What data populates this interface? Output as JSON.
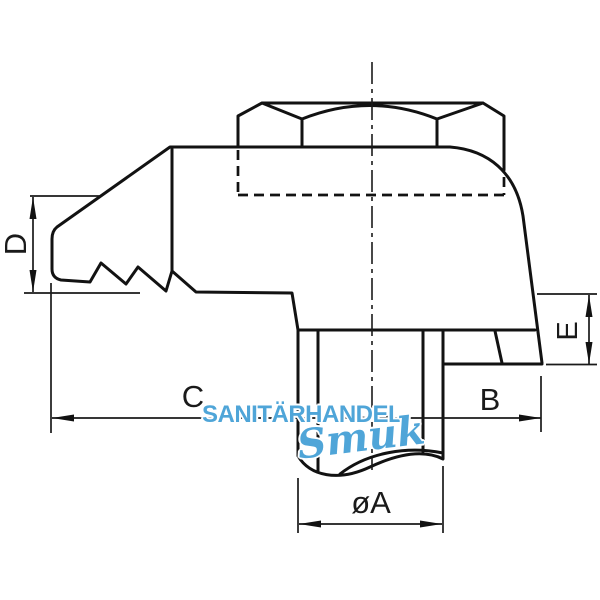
{
  "drawing": {
    "type": "technical-dimension-drawing",
    "subject": "clamping claw with hex bolt head and threaded stud, break line at stud end",
    "labels": {
      "d": "D",
      "e": "E",
      "c": "C",
      "b": "B",
      "a": "øA"
    }
  },
  "watermark": {
    "line1": "SANITÄRHANDEL",
    "line2": "Smuk",
    "color": "#4fa5d8"
  },
  "colors": {
    "line": "#121212",
    "background": "#ffffff"
  }
}
